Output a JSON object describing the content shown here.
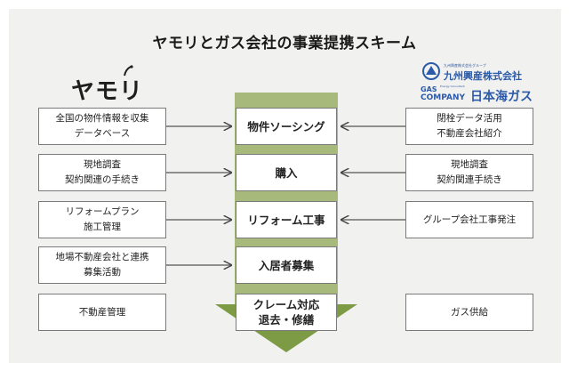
{
  "title": "ヤモリとガス会社の事業提携スキーム",
  "logos": {
    "yamori": "ヤモリ",
    "kyushu_sub": "九州興産株式会社グループ",
    "kyushu": "九州興産株式会社",
    "gas": "GAS",
    "gas_tiny": "Energy Consultant",
    "company": "COMPANY",
    "nihonkai": "日本海ガス"
  },
  "left_column": [
    "全国の物件情報を収集\nデータベース",
    "現地調査\n契約関連の手続き",
    "リフォームプラン\n施工管理",
    "地場不動産会社と連携\n募集活動",
    "不動産管理"
  ],
  "center_column": [
    "物件ソーシング",
    "購入",
    "リフォーム工事",
    "入居者募集",
    "クレーム対応\n退去・修繕"
  ],
  "right_column": [
    "閉栓データ活用\n不動産会社紹介",
    "現地調査\n契約関連手続き",
    "グループ会社工事発注",
    "",
    "ガス供給"
  ],
  "colors": {
    "trunk": "#a8b97c",
    "trunk_head": "#7d9a45",
    "border": "#7a7a7a",
    "background": "#f1f1ef",
    "logo_blue": "#2c5aa8"
  }
}
